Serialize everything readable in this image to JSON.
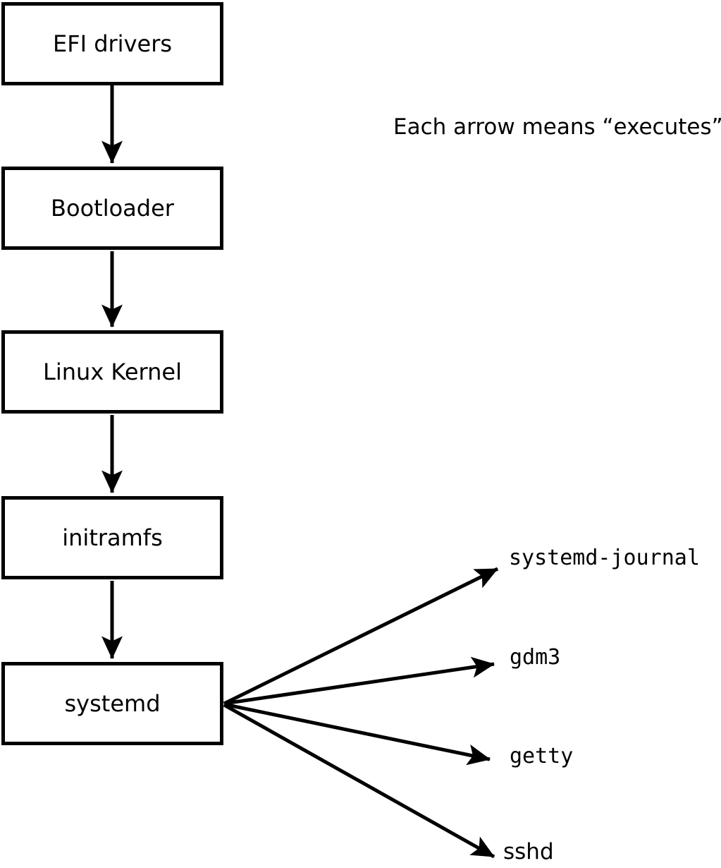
{
  "diagram": {
    "caption": "Each arrow means “executes”.",
    "chain": [
      {
        "label": "EFI drivers"
      },
      {
        "label": "Bootloader"
      },
      {
        "label": "Linux Kernel"
      },
      {
        "label": "initramfs"
      },
      {
        "label": "systemd"
      }
    ],
    "spawned": [
      {
        "label": "systemd-journal"
      },
      {
        "label": "gdm3"
      },
      {
        "label": "getty"
      },
      {
        "label": "sshd"
      }
    ],
    "arrow_meaning": "executes",
    "colors": {
      "line": "#000000",
      "box_fill": "#ffffff",
      "background": "#ffffff",
      "text": "#000000"
    }
  }
}
